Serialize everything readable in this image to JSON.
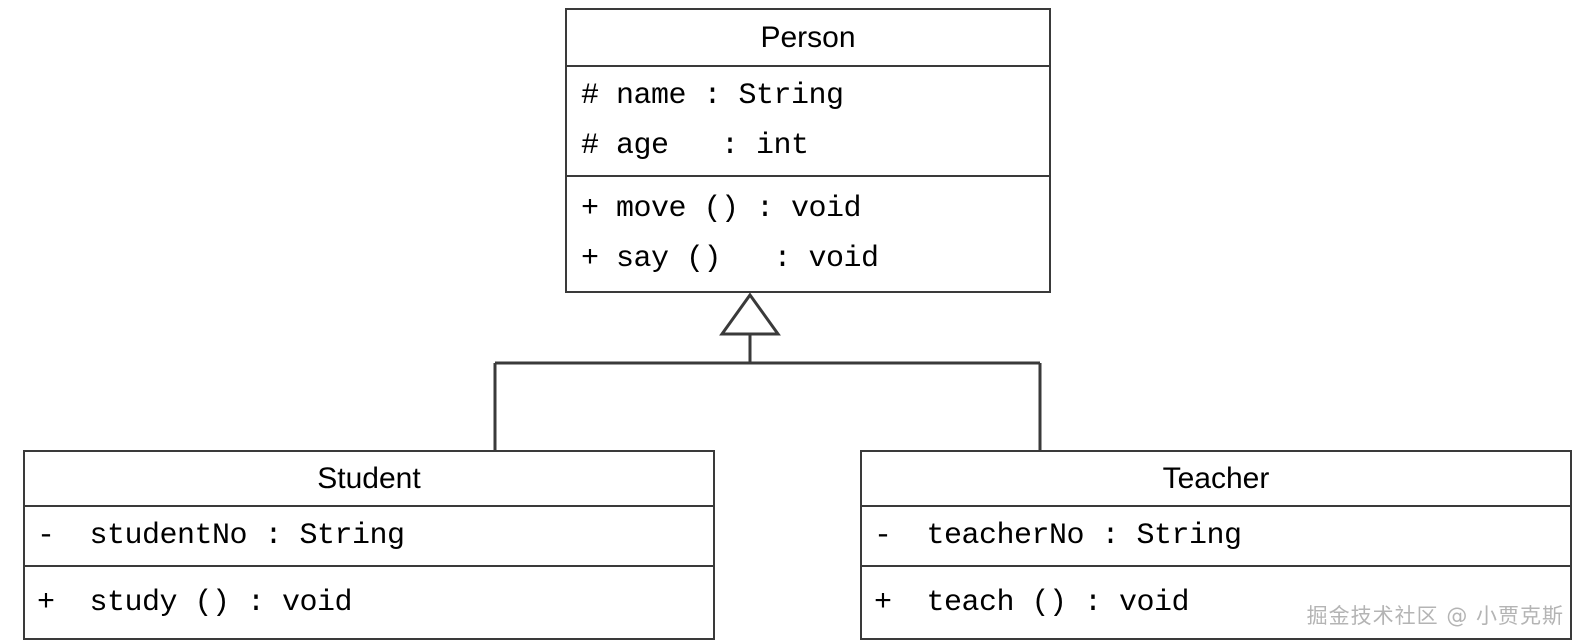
{
  "diagram": {
    "type": "uml-class-diagram",
    "relationship": "generalization",
    "arrow_style": "hollow-triangle",
    "background_color": "#ffffff",
    "line_color": "#3a3a3a",
    "text_color": "#000000"
  },
  "person": {
    "name": "Person",
    "attributes": [
      "# name : String",
      "# age   : int"
    ],
    "operations": [
      "+ move () : void",
      "+ say ()   : void"
    ]
  },
  "student": {
    "name": "Student",
    "attributes": [
      "-  studentNo : String"
    ],
    "operations": [
      "+  study () : void"
    ]
  },
  "teacher": {
    "name": "Teacher",
    "attributes": [
      "-  teacherNo : String"
    ],
    "operations": [
      "+  teach () : void"
    ]
  },
  "watermark": {
    "text": "掘金技术社区 @ 小贾克斯",
    "color": "#b4b4b4"
  }
}
